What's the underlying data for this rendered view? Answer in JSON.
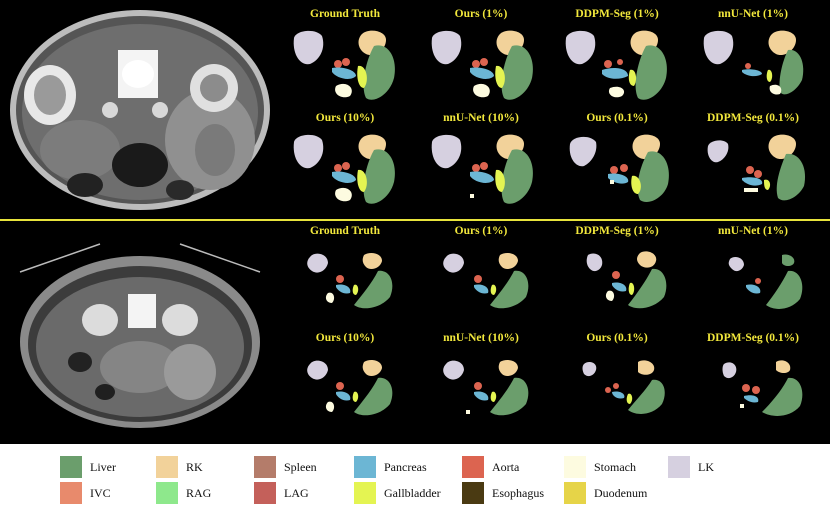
{
  "row1_labels": [
    "Ground Truth",
    "Ours (1%)",
    "DDPM-Seg (1%)",
    "nnU-Net (1%)",
    "Ours (10%)",
    "nnU-Net (10%)",
    "Ours (0.1%)",
    "DDPM-Seg (0.1%)"
  ],
  "row2_labels": [
    "Ground Truth",
    "Ours (1%)",
    "DDPM-Seg (1%)",
    "nnU-Net (1%)",
    "Ours (10%)",
    "nnU-Net (10%)",
    "Ours (0.1%)",
    "DDPM-Seg (0.1%)"
  ],
  "legend": [
    {
      "label": "Liver",
      "color": "#6b9e6c"
    },
    {
      "label": "RK",
      "color": "#f2d29a"
    },
    {
      "label": "Spleen",
      "color": "#b47c6a"
    },
    {
      "label": "Pancreas",
      "color": "#6cb6d4"
    },
    {
      "label": "Aorta",
      "color": "#dc6450"
    },
    {
      "label": "Stomach",
      "color": "#fdfbe0"
    },
    {
      "label": "LK",
      "color": "#d6d0e0"
    },
    {
      "label": "IVC",
      "color": "#e88a6c"
    },
    {
      "label": "RAG",
      "color": "#8ee88c"
    },
    {
      "label": "LAG",
      "color": "#c4605a"
    },
    {
      "label": "Gallbladder",
      "color": "#e4f452"
    },
    {
      "label": "Esophagus",
      "color": "#4a3a12"
    },
    {
      "label": "Duodenum",
      "color": "#e6d448"
    }
  ],
  "colors": {
    "accent": "#f2e83c",
    "background": "#000000"
  }
}
